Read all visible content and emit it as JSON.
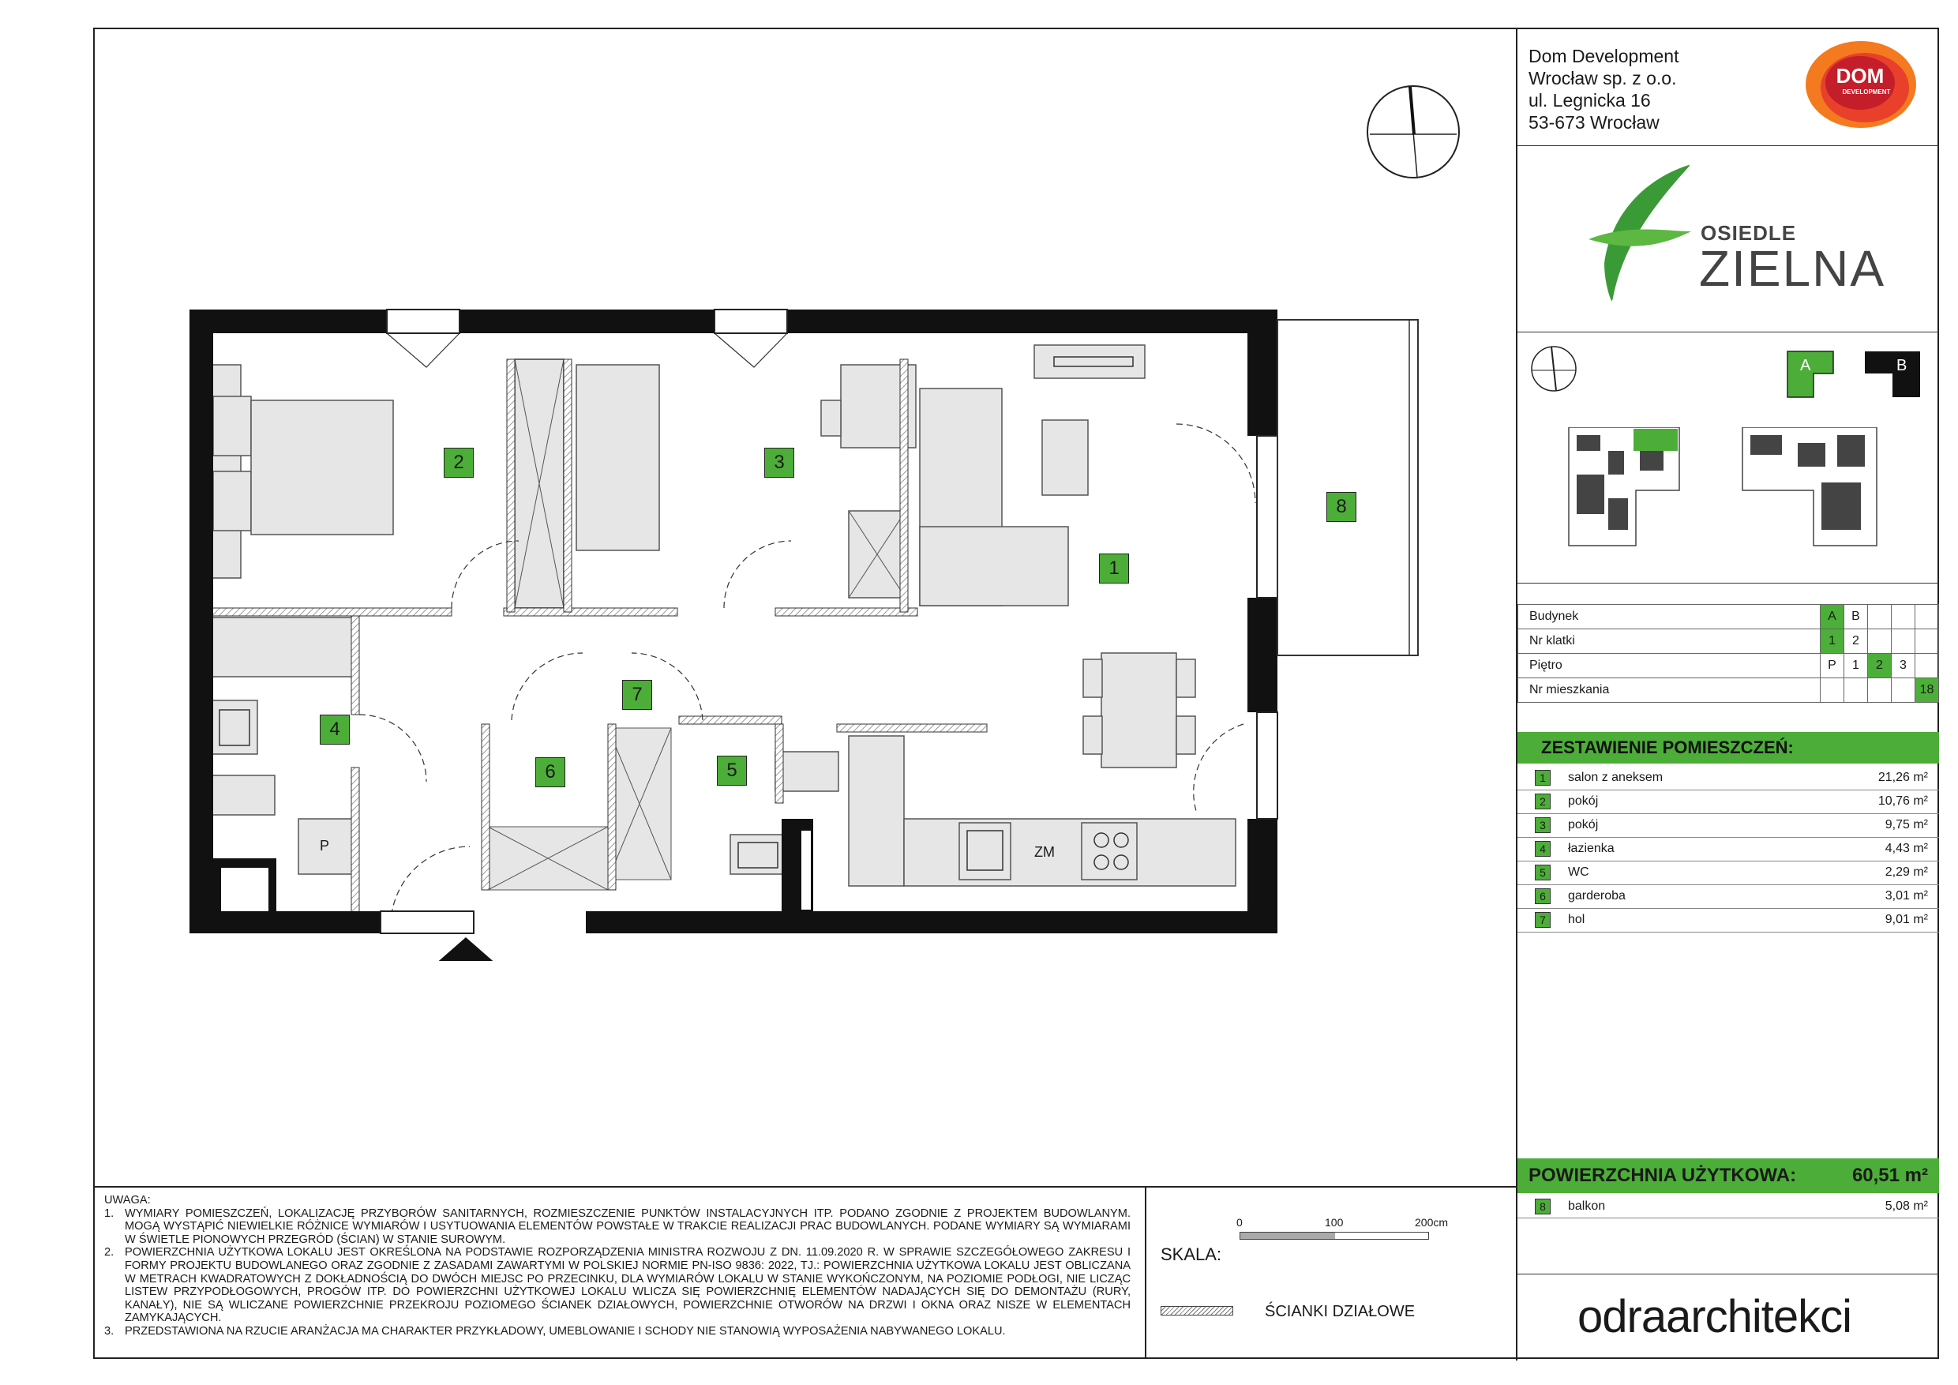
{
  "company": {
    "line1": "Dom Development",
    "line2": "Wrocław sp. z o.o.",
    "line3": "ul. Legnicka 16",
    "line4": "53-673 Wrocław",
    "logo_text_top": "DOM",
    "logo_text_bottom": "DEVELOPMENT"
  },
  "project": {
    "brand_small": "OSIEDLE",
    "brand_big": "ZIELNA"
  },
  "key_plan": {
    "building_a": "A",
    "building_b": "B"
  },
  "info_table": {
    "building_label": "Budynek",
    "building_opts": [
      "A",
      "B"
    ],
    "building_selected": "A",
    "staircase_label": "Nr klatki",
    "staircase_opts": [
      "1",
      "2"
    ],
    "staircase_selected": "1",
    "floor_label": "Piętro",
    "floor_opts": [
      "P",
      "1",
      "2",
      "3"
    ],
    "floor_selected": "2",
    "apartment_label": "Nr mieszkania",
    "apartment_value": "18"
  },
  "summary": {
    "title": "ZESTAWIENIE POMIESZCZEŃ:",
    "rooms": [
      {
        "n": "1",
        "name": "salon z aneksem",
        "area": "21,26 m²"
      },
      {
        "n": "2",
        "name": "pokój",
        "area": "10,76 m²"
      },
      {
        "n": "3",
        "name": "pokój",
        "area": "9,75 m²"
      },
      {
        "n": "4",
        "name": "łazienka",
        "area": "4,43 m²"
      },
      {
        "n": "5",
        "name": "WC",
        "area": "2,29 m²"
      },
      {
        "n": "6",
        "name": "garderoba",
        "area": "3,01 m²"
      },
      {
        "n": "7",
        "name": "hol",
        "area": "9,01 m²"
      }
    ],
    "total_label": "POWIERZCHNIA UŻYTKOWA:",
    "total_value": "60,51 m²",
    "balcony": {
      "n": "8",
      "name": "balkon",
      "area": "5,08 m²"
    }
  },
  "architect": {
    "logo_text": "odraarchitekci"
  },
  "notes": {
    "heading": "UWAGA:",
    "items": [
      {
        "n": "1.",
        "text": "WYMIARY POMIESZCZEŃ, LOKALIZACJĘ PRZYBORÓW SANITARNYCH, ROZMIESZCZENIE PUNKTÓW INSTALACYJNYCH ITP. PODANO ZGODNIE Z PROJEKTEM BUDOWLANYM. MOGĄ WYSTĄPIĆ NIEWIELKIE RÓŻNICE WYMIARÓW I USYTUOWANIA ELEMENTÓW POWSTAŁE W TRAKCIE REALIZACJI PRAC BUDOWLANYCH. PODANE WYMIARY SĄ WYMIARAMI W ŚWIETLE PIONOWYCH PRZEGRÓD (ŚCIAN) W STANIE SUROWYM."
      },
      {
        "n": "2.",
        "text": "POWIERZCHNIA UŻYTKOWA LOKALU JEST OKREŚLONA NA PODSTAWIE ROZPORZĄDZENIA MINISTRA ROZWOJU Z DN. 11.09.2020 R. W SPRAWIE SZCZEGÓŁOWEGO ZAKRESU I FORMY PROJEKTU BUDOWLANEGO ORAZ ZGODNIE Z ZASADAMI ZAWARTYMI W POLSKIEJ NORMIE PN-ISO 9836: 2022, TJ.: POWIERZCHNIA UŻYTKOWA LOKALU JEST OBLICZANA W METRACH KWADRATOWYCH Z DOKŁADNOŚCIĄ DO DWÓCH MIEJSC PO PRZECINKU, DLA WYMIARÓW LOKALU W STANIE WYKOŃCZONYM, NA POZIOMIE PODŁOGI, NIE LICZĄC LISTEW PRZYPODŁOGOWYCH, PROGÓW ITP. DO POWIERZCHNI UŻYTKOWEJ LOKALU WLICZA SIĘ POWIERZCHNIĘ ELEMENTÓW NADAJĄCYCH SIĘ DO DEMONTAŻU (RURY, KANAŁY), NIE SĄ WLICZANE POWIERZCHNIE PRZEKROJU POZIOMEGO ŚCIANEK DZIAŁOWYCH, POWIERZCHNIE OTWORÓW NA DRZWI I OKNA ORAZ NISZE W ELEMENTACH ZAMYKAJĄCYCH."
      },
      {
        "n": "3.",
        "text": "PRZEDSTAWIONA NA RZUCIE ARANŻACJA MA CHARAKTER PRZYKŁADOWY, UMEBLOWANIE I SCHODY NIE STANOWIĄ WYPOSAŻENIA NABYWANEGO LOKALU."
      }
    ]
  },
  "legend": {
    "scale_label": "SKALA:",
    "tick0": "0",
    "tick1": "100",
    "tick2": "200cm",
    "partition_label": "ŚCIANKI DZIAŁOWE"
  },
  "plan": {
    "room_numbers": [
      "1",
      "2",
      "3",
      "4",
      "5",
      "6",
      "7",
      "8"
    ],
    "zm_label": "ZM",
    "p_label": "P",
    "colors": {
      "green": "#4cae38",
      "wall": "#111111",
      "furniture": "#e6e6e6"
    }
  }
}
